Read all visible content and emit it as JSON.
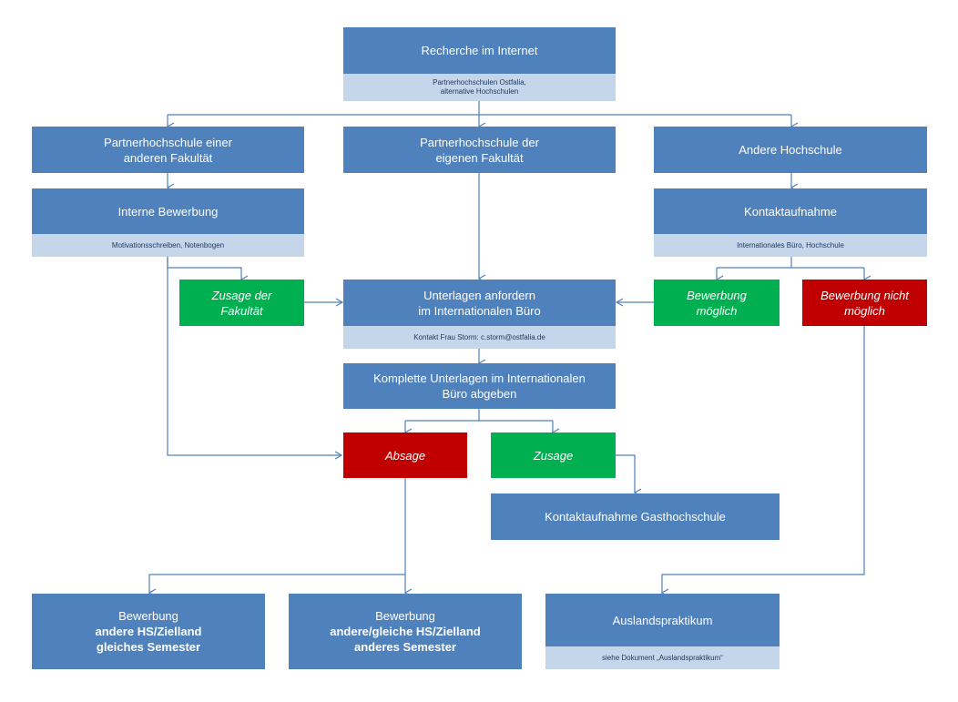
{
  "nodes": {
    "recherche": {
      "title": "Recherche im Internet",
      "note": "Partnerhochschulen  Ostfalia,\nalternative Hochschulen"
    },
    "partner_andere": {
      "title": "Partnerhochschule einer\nanderen Fakultät"
    },
    "partner_eigene": {
      "title": "Partnerhochschule der\neigenen Fakultät"
    },
    "andere_hs": {
      "title": "Andere Hochschule"
    },
    "interne_bewerbung": {
      "title": "Interne Bewerbung",
      "note": "Motivationsschreiben,  Notenbogen"
    },
    "kontaktaufnahme": {
      "title": "Kontaktaufnahme",
      "note": "Internationales  Büro,  Hochschule"
    },
    "zusage_fakultaet": {
      "title": "Zusage der\nFakultät"
    },
    "unterlagen": {
      "title": "Unterlagen anfordern\nim Internationalen Büro",
      "note": "Kontakt Frau Storm:  c.storm@ostfalia.de"
    },
    "bewerbung_moeglich": {
      "title": "Bewerbung\nmöglich"
    },
    "bewerbung_nicht": {
      "title": "Bewerbung nicht\nmöglich"
    },
    "komplette": {
      "title": "Komplette Unterlagen im Internationalen\nBüro abgeben"
    },
    "absage": {
      "title": "Absage"
    },
    "zusage": {
      "title": "Zusage"
    },
    "kontakt_gast": {
      "title": "Kontaktaufnahme Gasthochschule"
    },
    "bew_gleiches": {
      "title": "Bewerbung",
      "bold": "andere HS/Zielland\ngleiches Semester"
    },
    "bew_anderes": {
      "title": "Bewerbung",
      "bold": "andere/gleiche HS/Zielland\nanderes Semester"
    },
    "auslandspraktikum": {
      "title": "Auslandspraktikum",
      "note": "siehe Dokument  „Auslandspraktikum“"
    }
  },
  "colors": {
    "blue": "#4f81bd",
    "light_blue": "#c5d5ea",
    "green": "#00b050",
    "red": "#c00000",
    "connector": "#4f81bd"
  }
}
